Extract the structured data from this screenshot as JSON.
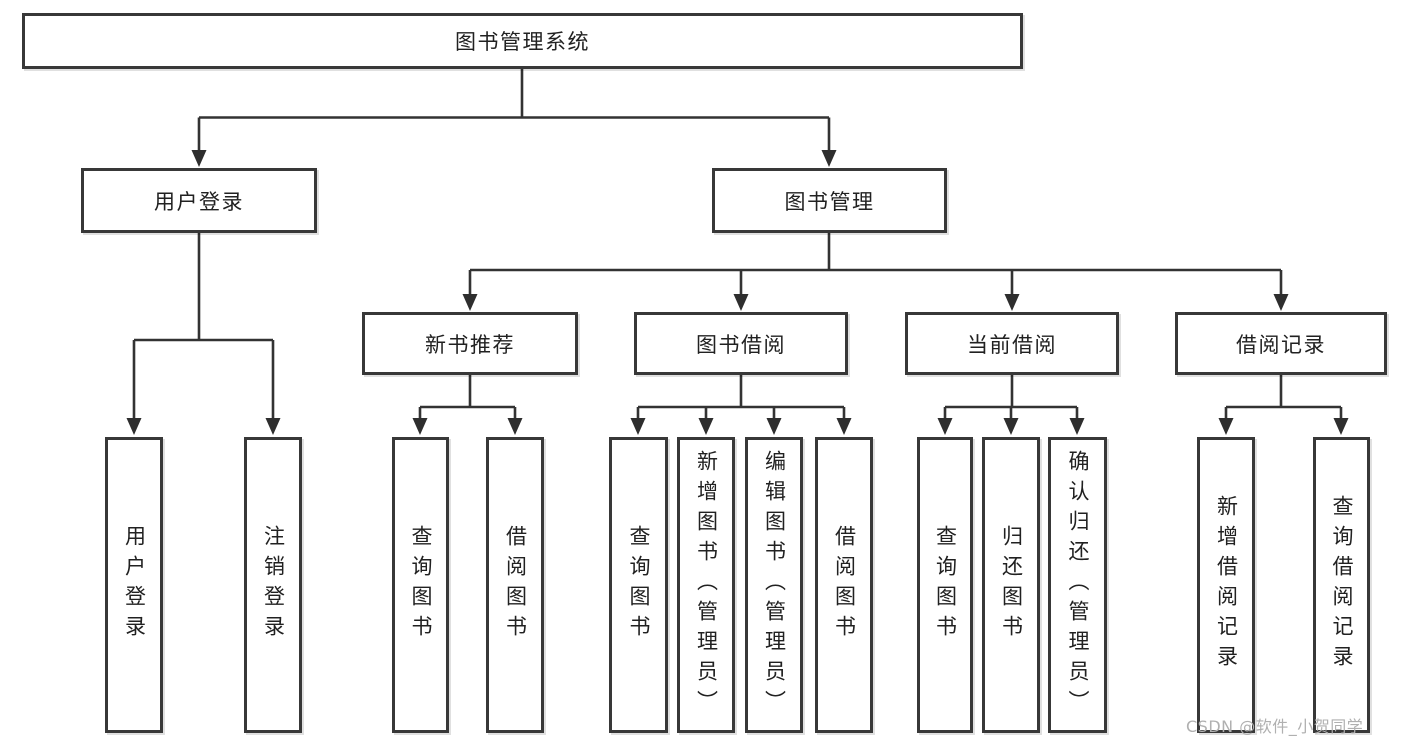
{
  "tree": {
    "root": {
      "label": "图书管理系统"
    },
    "children": [
      {
        "label": "用户登录",
        "children": [
          {
            "label": "用户登录"
          },
          {
            "label": "注销登录"
          }
        ]
      },
      {
        "label": "图书管理",
        "children": [
          {
            "label": "新书推荐",
            "children": [
              {
                "label": "查询图书"
              },
              {
                "label": "借阅图书"
              }
            ]
          },
          {
            "label": "图书借阅",
            "children": [
              {
                "label": "查询图书"
              },
              {
                "label": "新增图书（管理员）"
              },
              {
                "label": "编辑图书（管理员）"
              },
              {
                "label": "借阅图书"
              }
            ]
          },
          {
            "label": "当前借阅",
            "children": [
              {
                "label": "查询图书"
              },
              {
                "label": "归还图书"
              },
              {
                "label": "确认归还（管理员）"
              }
            ]
          },
          {
            "label": "借阅记录",
            "children": [
              {
                "label": "新增借阅记录"
              },
              {
                "label": "查询借阅记录"
              }
            ]
          }
        ]
      }
    ]
  },
  "watermark": {
    "text": "CSDN @软件_小贺同学"
  },
  "colors": {
    "background": "#ffffff",
    "line": "#333333",
    "box_border": "#383838",
    "text": "#212121",
    "watermark_text": "#b0b0b0"
  }
}
